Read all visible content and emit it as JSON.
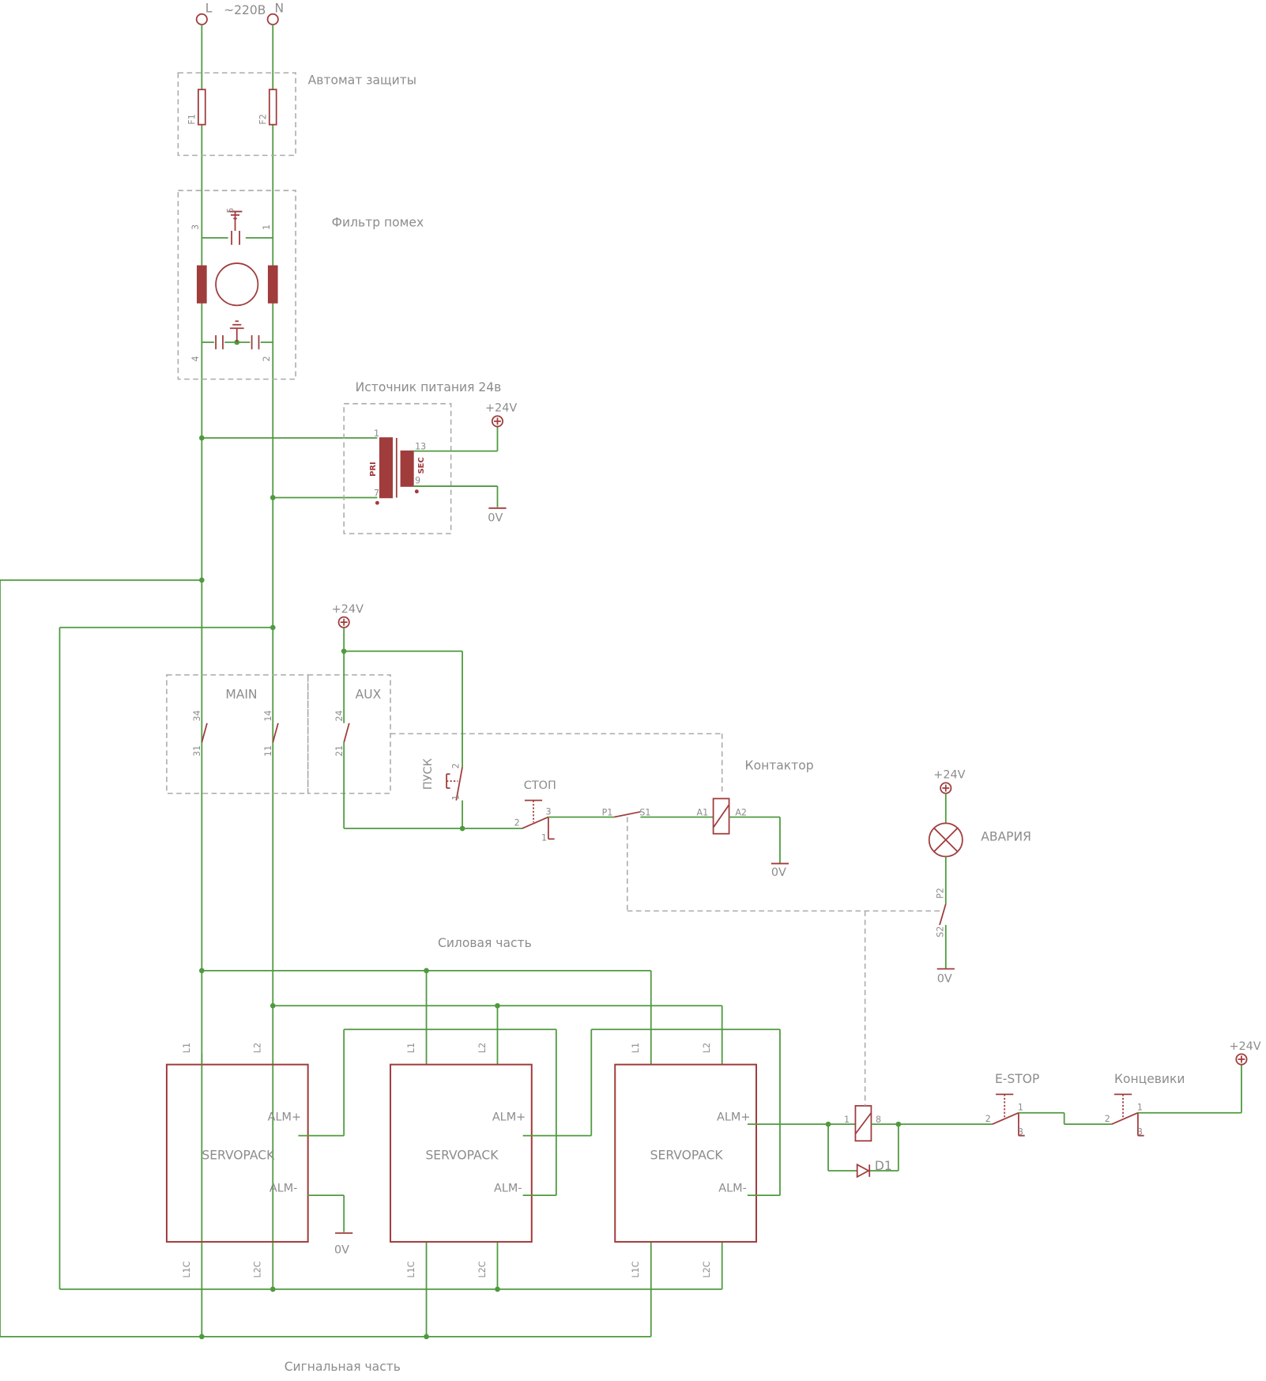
{
  "terminals": {
    "line": "L",
    "neutral": "N",
    "voltage": "~220В"
  },
  "blocks": {
    "breaker": {
      "label": "Автомат защиты",
      "fuses": [
        "F1",
        "F2"
      ]
    },
    "filter": {
      "label": "Фильтр помех",
      "pins": [
        "3",
        "1",
        "4",
        "2",
        "5"
      ]
    },
    "psu": {
      "label": "Источник питания 24в",
      "primary": "PRI",
      "secondary": "SEC",
      "pins": [
        "1",
        "7",
        "13",
        "9"
      ]
    },
    "contactor": {
      "label": "Контактор",
      "main": "MAIN",
      "aux": "AUX",
      "coil_pins": [
        "A1",
        "A2"
      ],
      "contact_pins": [
        "34",
        "31",
        "14",
        "11",
        "24",
        "21"
      ]
    },
    "alarm_lamp": {
      "label": "АВАРИЯ"
    },
    "relay": {
      "pins": [
        "1",
        "8"
      ]
    },
    "diode": {
      "label": "D1"
    }
  },
  "supplies": {
    "plus": "+24V",
    "ground": "0V"
  },
  "buttons": {
    "start": "ПУСК",
    "stop": "СТОП",
    "estop": "E-STOP",
    "limits": "Концевики"
  },
  "switch_pins": {
    "p1": "P1",
    "s1": "S1",
    "p2": "P2",
    "s2": "S2",
    "n1": "1",
    "n2": "2",
    "n3": "3"
  },
  "sections": {
    "power": "Силовая часть",
    "signal": "Сигнальная часть"
  },
  "servopack": {
    "label": "SERVOPACK",
    "pins": {
      "l1": "L1",
      "l2": "L2",
      "l1c": "L1C",
      "l2c": "L2C",
      "alm_plus": "ALM+",
      "alm_minus": "ALM-"
    }
  }
}
